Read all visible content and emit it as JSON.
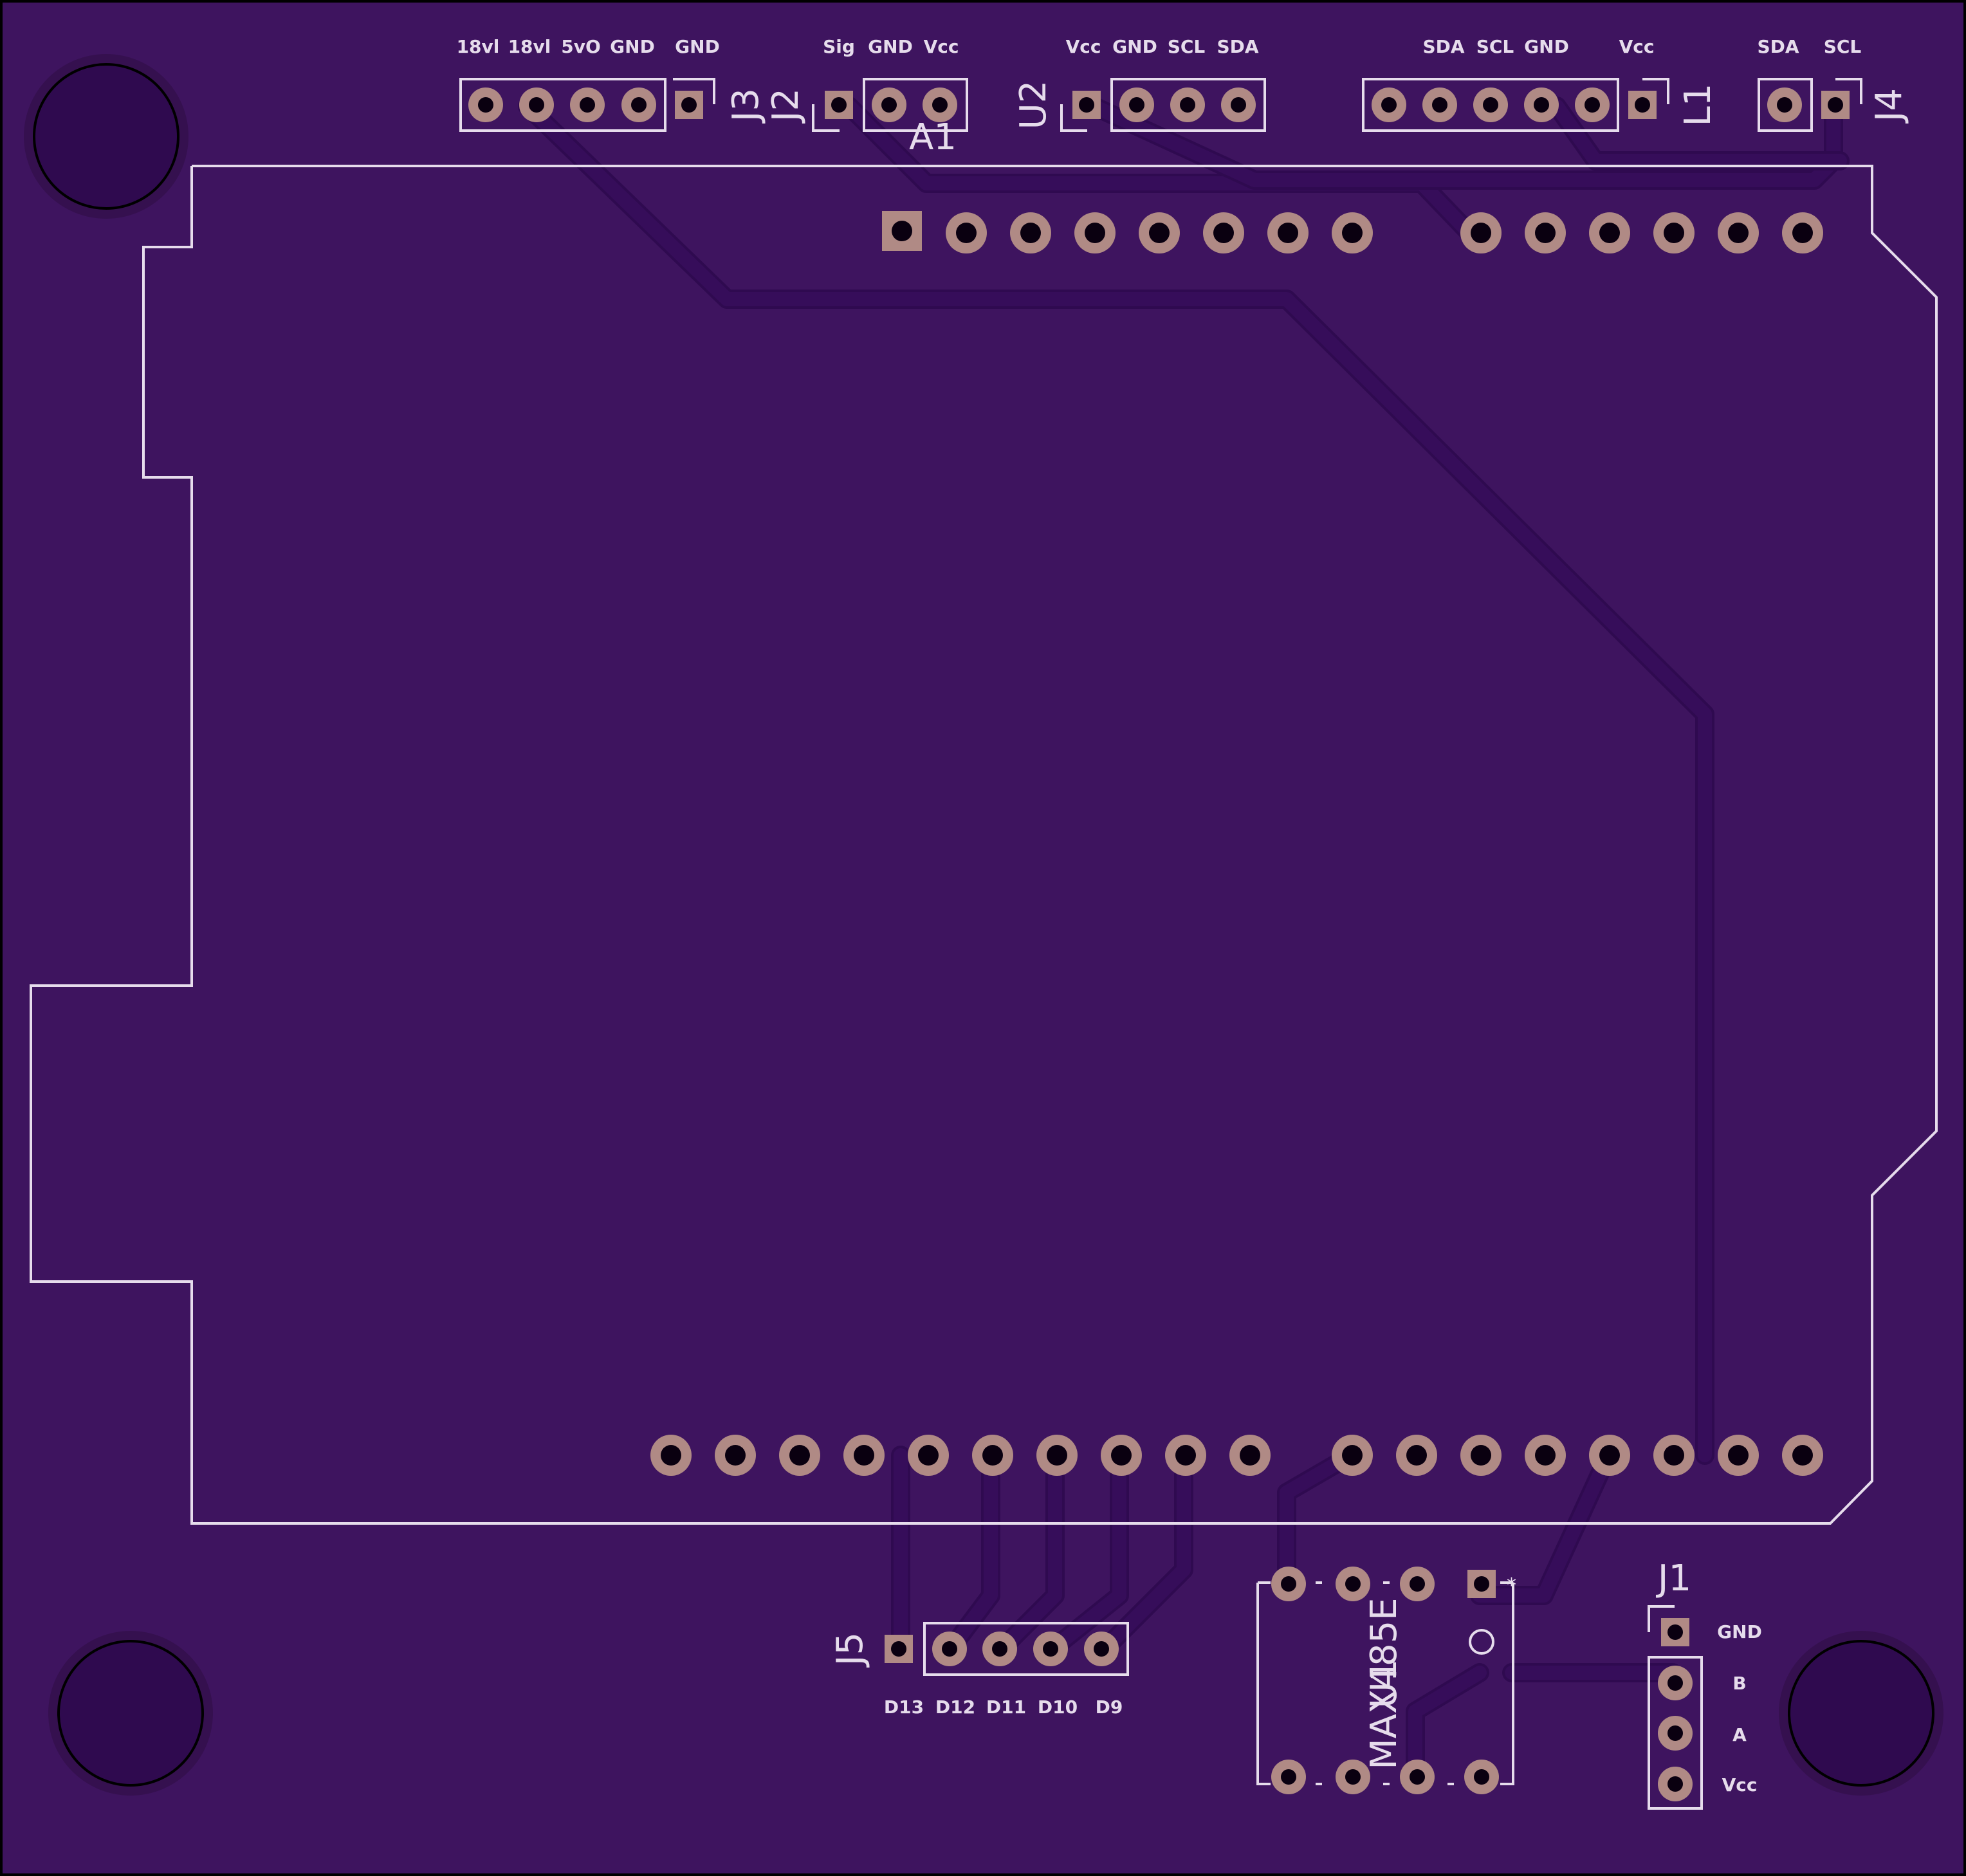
{
  "colors": {
    "board": "#3e145f",
    "board_edge": "#000000",
    "copper_pad": "#b08a85",
    "drill": "#0a0010",
    "trace": "#360d5a",
    "silkscreen": "#e6dcec",
    "mount_hole": "#2f0a4f"
  },
  "components": {
    "J3": {
      "ref": "J3",
      "pins": [
        "18vl",
        "18vl",
        "5vO",
        "GND",
        "GND"
      ]
    },
    "J2": {
      "ref": "J2",
      "pins": [
        "Sig",
        "GND",
        "Vcc"
      ]
    },
    "A1": {
      "ref": "A1"
    },
    "U2": {
      "ref": "U2",
      "pins": [
        "Vcc",
        "GND",
        "SCL",
        "SDA"
      ]
    },
    "L1": {
      "ref": "L1",
      "pins": [
        "SDA",
        "SCL",
        "GND",
        "Vcc"
      ]
    },
    "J4": {
      "ref": "J4",
      "pins": [
        "SDA",
        "SCL"
      ]
    },
    "J5": {
      "ref": "J5",
      "pins": [
        "D13",
        "D12",
        "D11",
        "D10",
        "D9"
      ]
    },
    "U1": {
      "ref": "U1",
      "part": "MAX485E"
    },
    "J1": {
      "ref": "J1",
      "pins": [
        "GND",
        "B",
        "A",
        "Vcc"
      ]
    }
  }
}
